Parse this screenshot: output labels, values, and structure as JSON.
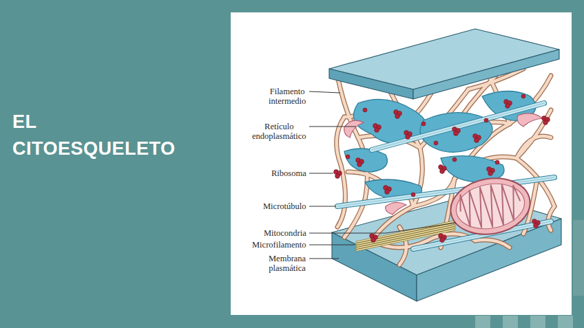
{
  "diagram": {
    "title": "EL CITOESQUELETO",
    "labels": [
      "Filamento intermedio",
      "Retículo endoplasmático",
      "Ribosoma",
      "Microtúbulo",
      "Mitocondria",
      "Microfilamento",
      "Membrana plasmática"
    ]
  }
}
